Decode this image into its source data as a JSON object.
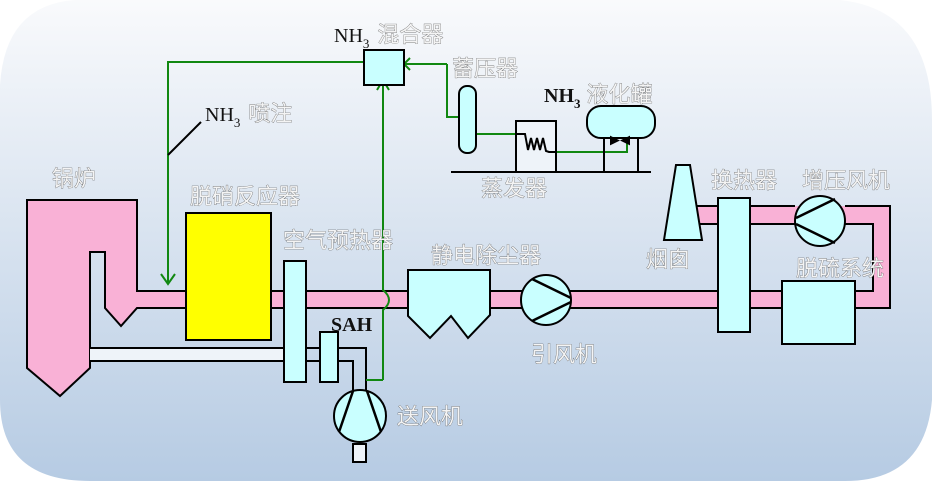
{
  "diagram": {
    "title": "SCR脱硝系统流程示意图",
    "colors": {
      "flue_gas": "#f9b1d6",
      "reactor": "#ffff00",
      "equipment": "#c9ffff",
      "ammonia_line": "#118811",
      "outline": "#000000",
      "panel_top": "#f7f8fa",
      "panel_bottom": "#b9cde4"
    },
    "labels": {
      "boiler": "锅炉",
      "scr_reactor": "脱硝反应器",
      "air_preheater": "空气预热器",
      "sah": "SAH",
      "esp": "静电除尘器",
      "id_fan": "引风机",
      "fd_fan": "送风机",
      "chimney": "烟囱",
      "heat_exchanger": "换热器",
      "booster_fan": "增压风机",
      "fgd": "脱硫系统",
      "nh3_mixer_prefix": "NH",
      "nh3_mixer_sub": "3",
      "nh3_mixer_name": "混合器",
      "nh3_injection_prefix": "NH",
      "nh3_injection_sub": "3",
      "nh3_injection_name": "喷注",
      "accumulator": "蓄压器",
      "nh3_tank_prefix": "NH",
      "nh3_tank_sub": "3",
      "nh3_tank_name": "液化罐",
      "evaporator": "蒸发器"
    }
  }
}
